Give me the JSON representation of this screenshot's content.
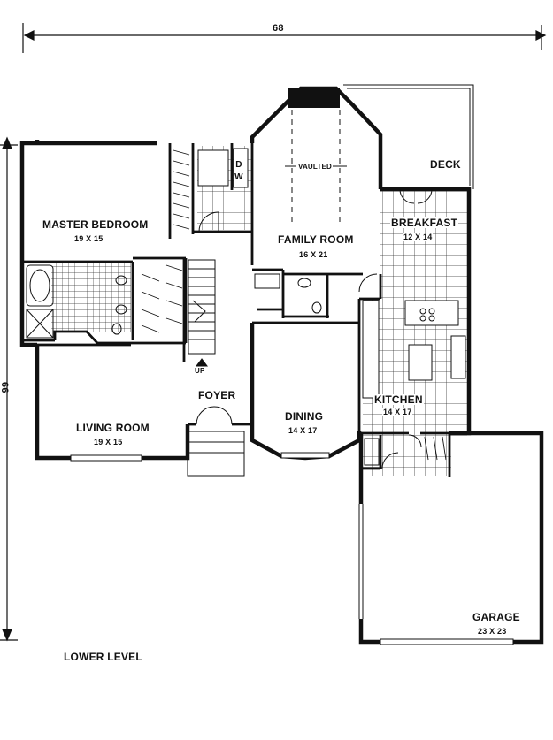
{
  "plan": {
    "level_label": "LOWER LEVEL",
    "overall_width": "68",
    "overall_depth": "66",
    "vaulted_note": "VAULTED",
    "stair_note": "UP",
    "appliance_note": "D W",
    "rooms": {
      "master_bedroom": {
        "name": "MASTER BEDROOM",
        "size": "19 X 15"
      },
      "family_room": {
        "name": "FAMILY ROOM",
        "size": "16 X 21"
      },
      "breakfast": {
        "name": "BREAKFAST",
        "size": "12 X 14"
      },
      "deck": {
        "name": "DECK"
      },
      "foyer": {
        "name": "FOYER"
      },
      "living_room": {
        "name": "LIVING ROOM",
        "size": "19 X 15"
      },
      "dining": {
        "name": "DINING",
        "size": "14 X 17"
      },
      "kitchen": {
        "name": "KITCHEN",
        "size": "14 X 17"
      },
      "garage": {
        "name": "GARAGE",
        "size": "23 X 23"
      }
    }
  },
  "colors": {
    "ink": "#111111",
    "paper": "#ffffff",
    "tile": "#333333"
  }
}
